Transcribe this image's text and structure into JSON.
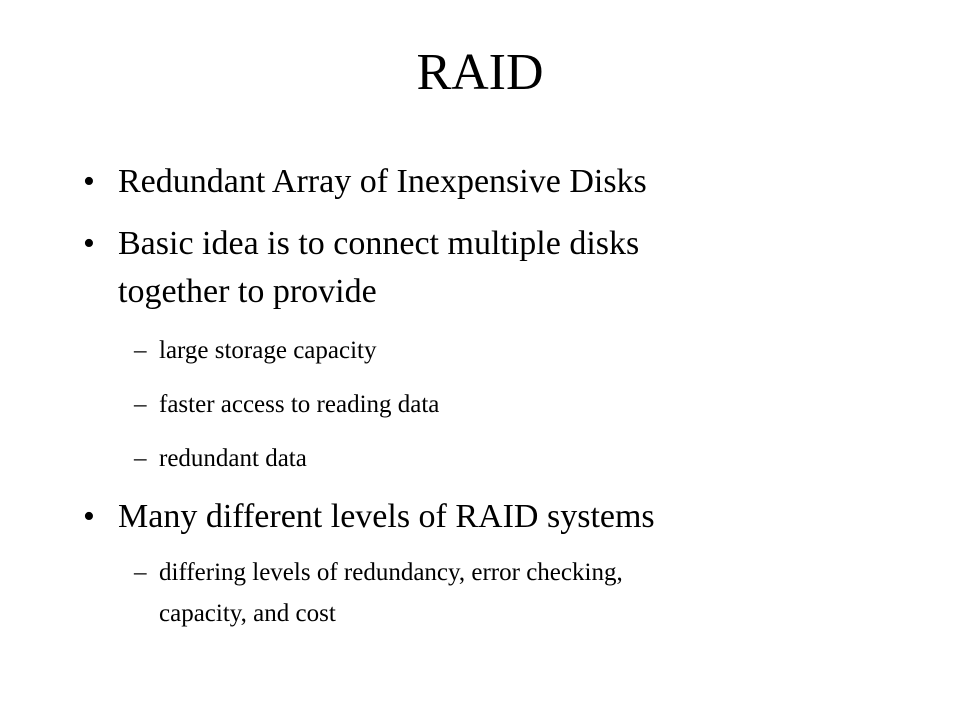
{
  "slide": {
    "title": "RAID",
    "bullet_glyph": "•",
    "dash_glyph": "–",
    "items": [
      {
        "lines": [
          "Redundant Array of Inexpensive Disks"
        ]
      },
      {
        "lines": [
          "Basic idea is to connect multiple disks",
          "together to provide"
        ],
        "subitems": [
          {
            "lines": [
              "large storage capacity"
            ]
          },
          {
            "lines": [
              "faster access to reading data"
            ]
          },
          {
            "lines": [
              "redundant data"
            ]
          }
        ]
      },
      {
        "lines": [
          "Many different levels of RAID systems"
        ],
        "subitems": [
          {
            "lines": [
              "differing levels of redundancy, error checking,",
              "capacity, and cost"
            ]
          }
        ]
      }
    ]
  }
}
